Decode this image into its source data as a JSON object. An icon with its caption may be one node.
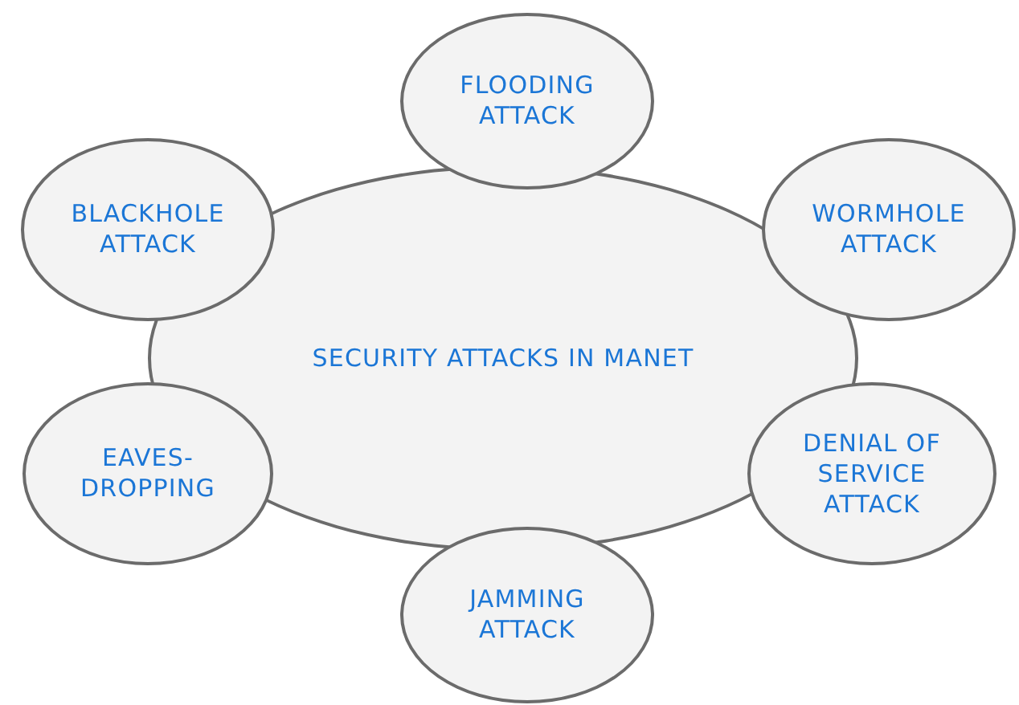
{
  "diagram": {
    "nodes": [
      {
        "text": [
          "FLOODING ATTACK"
        ]
      },
      {
        "text": [
          "BLACKHOLE ATTACK"
        ]
      },
      {
        "text": [
          "WORMHOLE ATTACK"
        ]
      },
      {
        "text": [
          "SECURITY ATTACKS IN MANET"
        ]
      },
      {
        "text": [
          "EAVES- DROPPING"
        ]
      },
      {
        "text": [
          "DENIAL OF SERVICE ATTACK"
        ]
      },
      {
        "text": [
          "JAMMING ATTACK"
        ]
      }
    ]
  }
}
